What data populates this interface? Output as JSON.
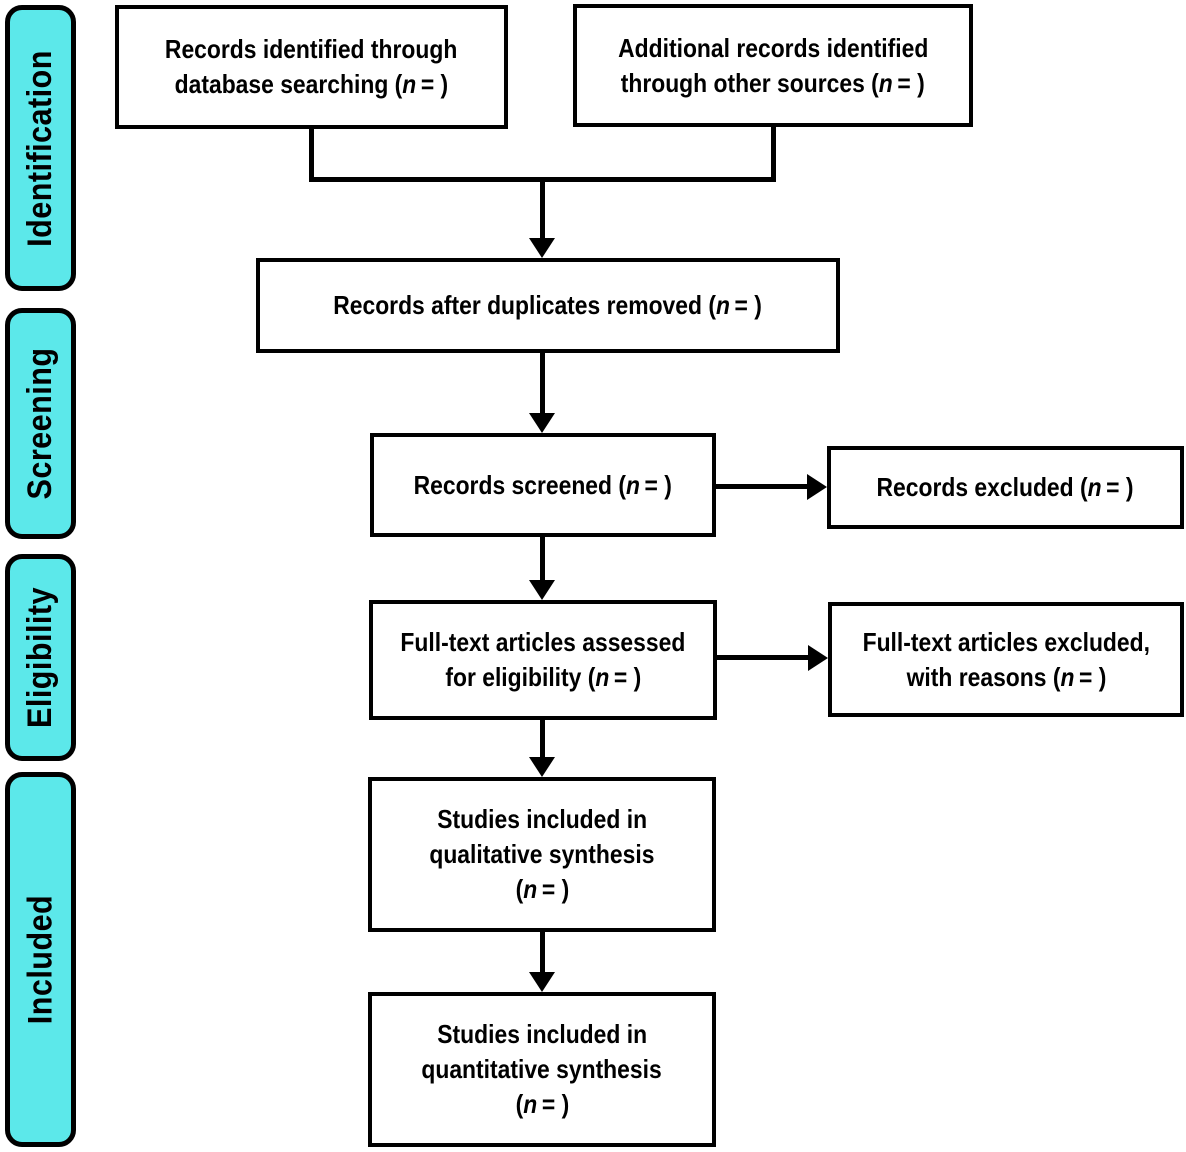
{
  "colors": {
    "stage_fill": "#5CE8EA",
    "box_fill": "#FFFFFF",
    "line_color": "#000000"
  },
  "stages": [
    {
      "label": "Identification"
    },
    {
      "label": "Screening"
    },
    {
      "label": "Eligibility"
    },
    {
      "label": "Included"
    }
  ],
  "boxes": {
    "identified": {
      "lines": [
        "Records identified through",
        "database searching (n = )"
      ]
    },
    "additional": {
      "lines": [
        "Additional records identified",
        "through other sources (n = )"
      ]
    },
    "deduplicated": {
      "lines": [
        "Records after duplicates removed (n = )"
      ]
    },
    "screened": {
      "lines": [
        "Records screened (n = )"
      ]
    },
    "records_excluded": {
      "lines": [
        "Records excluded (n = )"
      ]
    },
    "fulltext_assessed": {
      "lines": [
        "Full-text articles assessed",
        "for eligibility (n = )"
      ]
    },
    "fulltext_excluded": {
      "lines": [
        "Full-text articles excluded,",
        "with reasons (n = )"
      ]
    },
    "qualitative": {
      "lines": [
        "Studies included in",
        "qualitative synthesis",
        "(n = )"
      ]
    },
    "quantitative": {
      "lines": [
        "Studies included in",
        "quantitative synthesis",
        "(n = )"
      ]
    }
  }
}
